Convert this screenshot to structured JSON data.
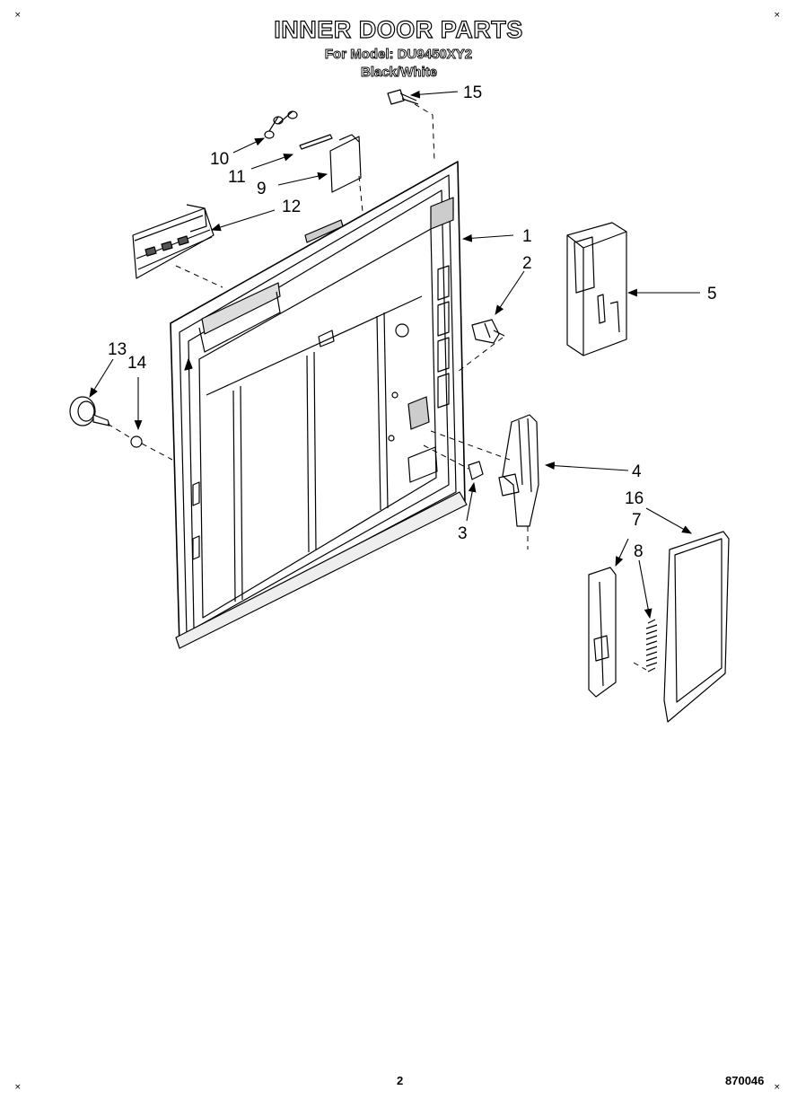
{
  "header": {
    "title": "INNER DOOR PARTS",
    "model_line": "For Model: DU9450XY2",
    "variant": "Black/White"
  },
  "footer": {
    "page_number": "2",
    "document_number": "870046"
  },
  "corner_mark": "×",
  "callouts": [
    "1",
    "2",
    "3",
    "4",
    "5",
    "7",
    "8",
    "9",
    "10",
    "11",
    "12",
    "13",
    "14",
    "15",
    "16"
  ],
  "colors": {
    "ink": "#000000",
    "paper": "#ffffff"
  }
}
